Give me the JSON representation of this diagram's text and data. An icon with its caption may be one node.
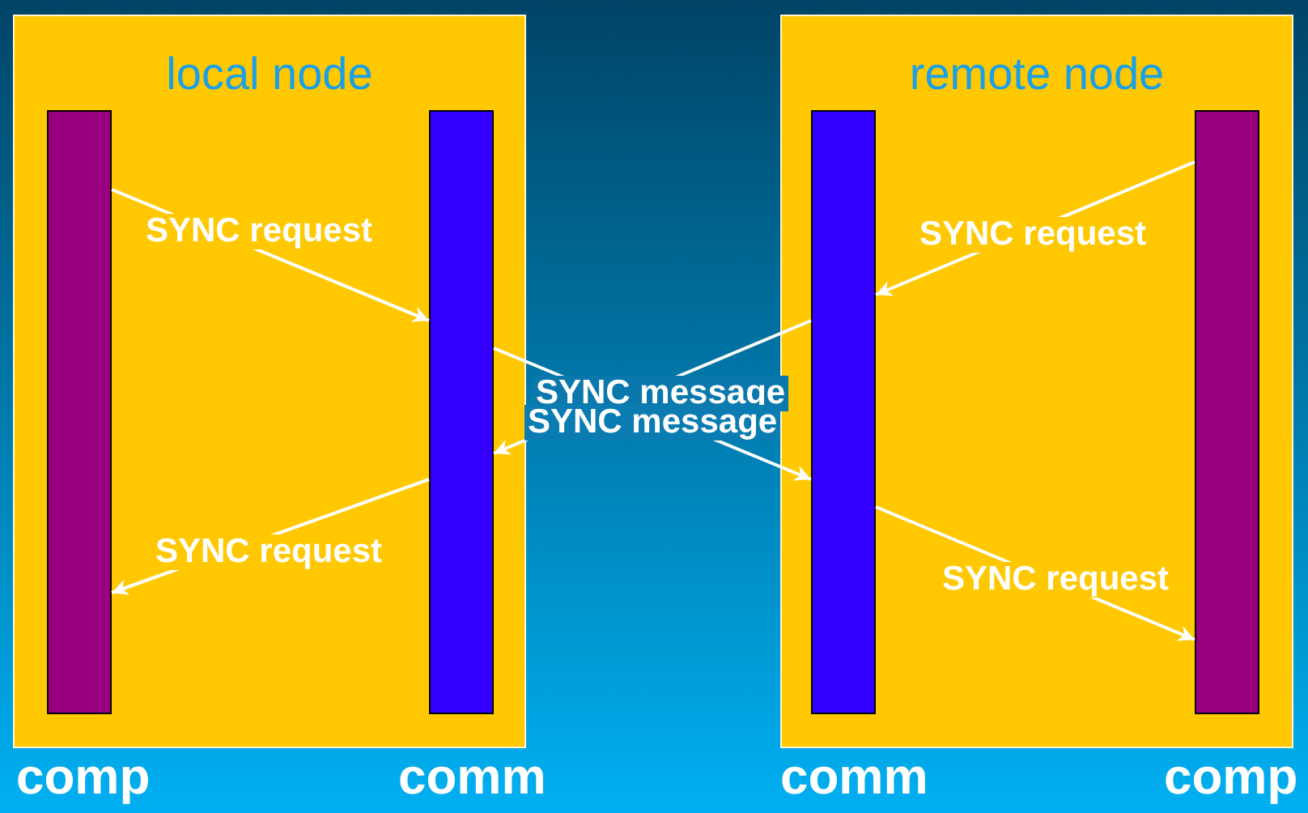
{
  "diagram": {
    "nodes": [
      {
        "text": [
          "local node"
        ]
      },
      {
        "text": [],
        "shape": "bar",
        "beside": [
          "comp"
        ],
        "in": 0
      },
      {
        "text": [],
        "shape": "bar",
        "beside": [
          "comm"
        ],
        "in": 0
      },
      {
        "text": [
          "remote node"
        ]
      },
      {
        "text": [],
        "shape": "bar",
        "beside": [
          "comm"
        ],
        "in": 3
      },
      {
        "text": [],
        "shape": "bar",
        "beside": [
          "comp"
        ],
        "in": 3
      }
    ],
    "edges": [
      {
        "from": 1,
        "to": 2,
        "arrow": "to",
        "label": "SYNC request"
      },
      {
        "from": 2,
        "to": 4,
        "arrow": "to",
        "label": "SYNC message"
      },
      {
        "from": 4,
        "to": 5,
        "arrow": "to",
        "label": "SYNC request"
      },
      {
        "from": 5,
        "to": 4,
        "arrow": "to",
        "label": "SYNC request"
      },
      {
        "from": 4,
        "to": 2,
        "arrow": "to",
        "label": "SYNC message"
      },
      {
        "from": 2,
        "to": 1,
        "arrow": "to",
        "label": "SYNC request"
      }
    ]
  }
}
